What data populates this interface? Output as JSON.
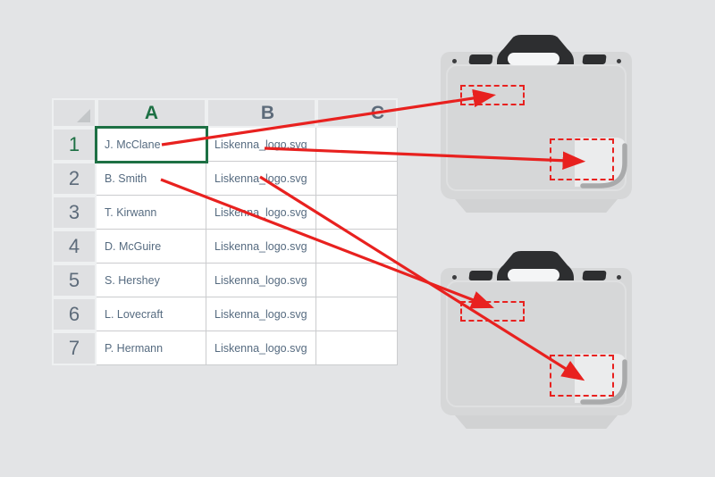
{
  "colors": {
    "accent_green": "#1d7044",
    "arrow_red": "#e8211f",
    "slate_text": "#5d6b7a",
    "case_gray": "#d6d7d8",
    "handle_dark": "#2d2e30"
  },
  "spreadsheet": {
    "column_headers": [
      "A",
      "B",
      "C"
    ],
    "selected_cell": "A1",
    "rows": [
      {
        "num": "1",
        "name": "J. McClane",
        "file": "Liskenna_logo.svg"
      },
      {
        "num": "2",
        "name": "B. Smith",
        "file": "Liskenna_logo.svg"
      },
      {
        "num": "3",
        "name": "T. Kirwann",
        "file": "Liskenna_logo.svg"
      },
      {
        "num": "4",
        "name": "D. McGuire",
        "file": "Liskenna_logo.svg"
      },
      {
        "num": "5",
        "name": "S. Hershey",
        "file": "Liskenna_logo.svg"
      },
      {
        "num": "6",
        "name": "L. Lovecraft",
        "file": "Liskenna_logo.svg"
      },
      {
        "num": "7",
        "name": "P. Hermann",
        "file": "Liskenna_logo.svg"
      }
    ]
  },
  "mappings": [
    {
      "from": "A1",
      "to": "briefcase-1-name-zone"
    },
    {
      "from": "B1",
      "to": "briefcase-1-logo-zone"
    },
    {
      "from": "A2",
      "to": "briefcase-2-name-zone"
    },
    {
      "from": "B2",
      "to": "briefcase-2-logo-zone"
    }
  ]
}
